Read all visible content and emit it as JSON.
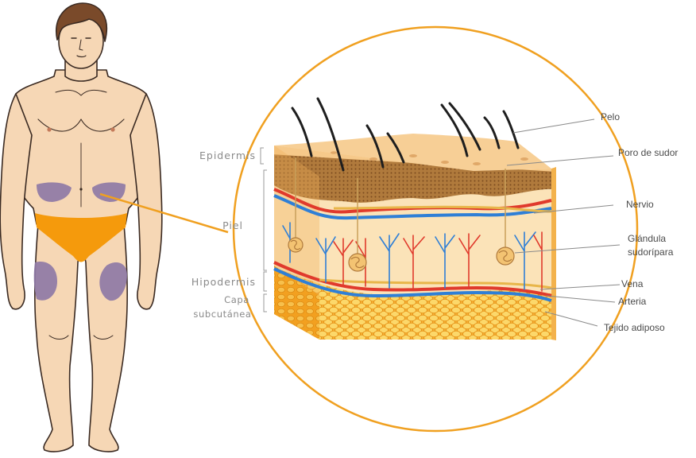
{
  "labels": {
    "layers": {
      "epidermis": "Epidermis",
      "piel": "Piel",
      "hipodermis": "Hipodermis",
      "capa_line1": "Capa",
      "capa_line2": "subcutánea"
    },
    "structures": {
      "pelo": "Pelo",
      "poro": "Poro de sudor",
      "nervio": "Nervio",
      "glandula_line1": "Glándula",
      "glandula_line2": "sudorípara",
      "vena": "Vena",
      "arteria": "Arteria",
      "tejido": "Tejido adiposo"
    }
  },
  "colors": {
    "injection_zone_orange": "#f59a0c",
    "injection_zone_purple": "#8e7aa6",
    "magnifier_circle": "#f0a020",
    "vein": "#2f7fd6",
    "artery": "#e03a2c",
    "fat": "#f5a623",
    "skin": "#f8d9b0"
  }
}
